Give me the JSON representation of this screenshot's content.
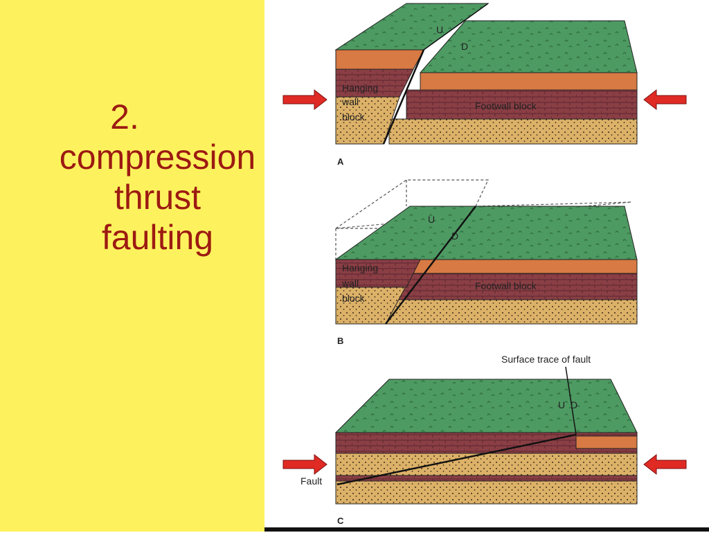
{
  "title": {
    "number": "2.",
    "line1": "compression",
    "line2": "thrust",
    "line3": "faulting"
  },
  "panels": {
    "a": {
      "letter": "A",
      "hanging_wall": [
        "Hanging",
        "wall",
        "block"
      ],
      "footwall": "Footwall block",
      "up": "U",
      "down": "D"
    },
    "b": {
      "letter": "B",
      "hanging_wall": [
        "Hanging",
        "wall",
        "block"
      ],
      "footwall": "Footwall block",
      "up": "U",
      "down": "D"
    },
    "c": {
      "letter": "C",
      "surface_trace": "Surface trace of fault",
      "fault": "Fault",
      "up": "U",
      "down": "D"
    }
  },
  "colors": {
    "background_left": "#fdf25d",
    "title_text": "#9c1a12",
    "grass": "#4e9a63",
    "orange_layer": "#d77a43",
    "brown_layer": "#8a3f45",
    "sand_layer": "#dcb168",
    "arrow_red": "#e02a24"
  }
}
